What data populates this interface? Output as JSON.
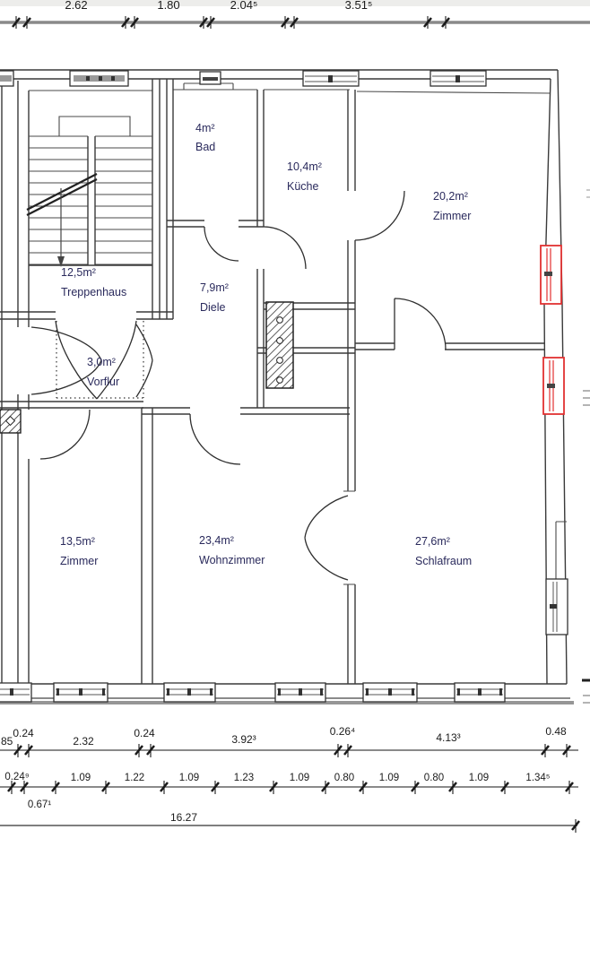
{
  "page": {
    "background": "#ffffff",
    "top_band_color": "#ededeb",
    "type_label": "floor-plan"
  },
  "plan": {
    "colors": {
      "walls": "#3a3a3a",
      "red_window": "#e23131",
      "room_label": "#2a2a5c",
      "dimension_text": "#1b1b1b",
      "dimension_line": "#8a8a8a"
    },
    "rooms": [
      {
        "id": "bad",
        "area": "4m²",
        "name": "Bad"
      },
      {
        "id": "kueche",
        "area": "10,4m²",
        "name": "Küche"
      },
      {
        "id": "zimmer-20",
        "area": "20,2m²",
        "name": "Zimmer"
      },
      {
        "id": "treppenhaus",
        "area": "12,5m²",
        "name": "Treppenhaus"
      },
      {
        "id": "diele",
        "area": "7,9m²",
        "name": "Diele"
      },
      {
        "id": "vorflur",
        "area": "3,0m²",
        "name": "Vorflur"
      },
      {
        "id": "zimmer-13",
        "area": "13,5m²",
        "name": "Zimmer"
      },
      {
        "id": "wohnzimmer",
        "area": "23,4m²",
        "name": "Wohnzimmer"
      },
      {
        "id": "schlafraum",
        "area": "27,6m²",
        "name": "Schlafraum"
      }
    ]
  },
  "dimensions": {
    "top": [
      "2.62",
      "1.80",
      "2.04⁵",
      "3.51⁵"
    ],
    "row1": [
      "85",
      "0.24",
      "2.32",
      "0.24",
      "3.92³",
      "0.26⁴",
      "4.13³",
      "0.48"
    ],
    "row2": [
      "0.24⁹",
      "1.09",
      "1.22",
      "1.09",
      "1.23",
      "1.09",
      "0.80",
      "1.09",
      "0.80",
      "1.09",
      "1.34⁵"
    ],
    "row2_below": "0.67¹",
    "total": "16.27"
  }
}
